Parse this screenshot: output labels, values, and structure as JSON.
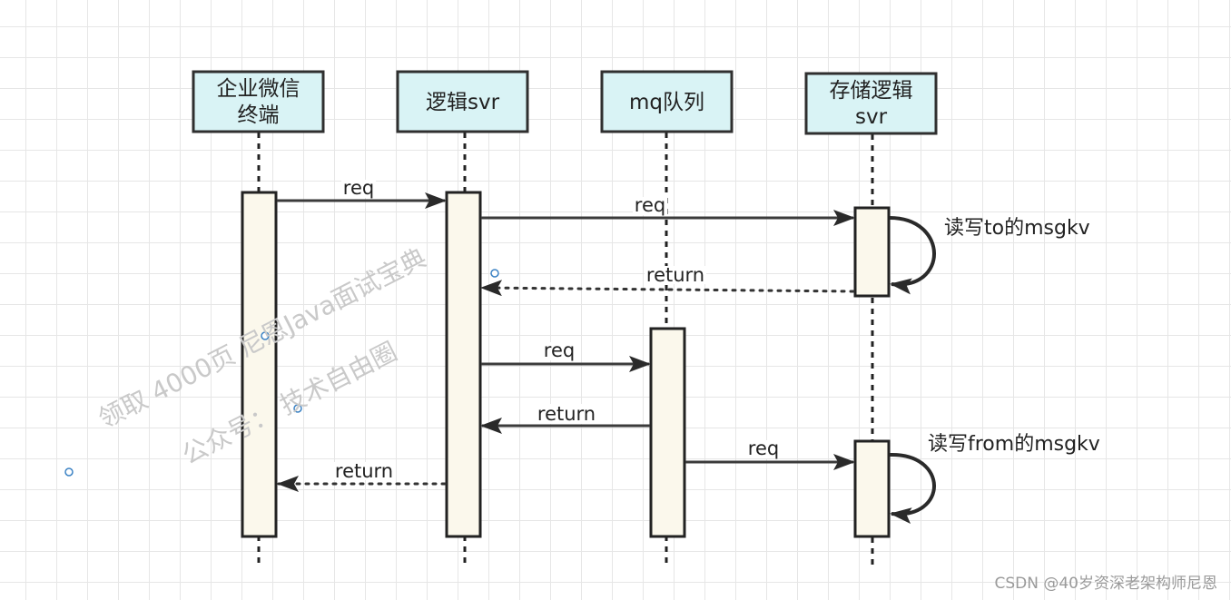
{
  "actors": [
    {
      "name": "企业微信终端",
      "lines": [
        "企业微信",
        "终端"
      ]
    },
    {
      "name": "逻辑svr",
      "lines": [
        "逻辑svr"
      ]
    },
    {
      "name": "mq队列",
      "lines": [
        "mq队列"
      ]
    },
    {
      "name": "存储逻辑svr",
      "lines": [
        "存储逻辑",
        "svr"
      ]
    }
  ],
  "messages": [
    {
      "label": "req",
      "from": 0,
      "to": 1,
      "style": "solid"
    },
    {
      "label": "req",
      "from": 1,
      "to": 3,
      "style": "solid"
    },
    {
      "label": "return",
      "from": 3,
      "to": 1,
      "style": "dotted"
    },
    {
      "label": "req",
      "from": 1,
      "to": 2,
      "style": "solid"
    },
    {
      "label": "return",
      "from": 2,
      "to": 1,
      "style": "solid"
    },
    {
      "label": "req",
      "from": 2,
      "to": 3,
      "style": "solid"
    },
    {
      "label": "return",
      "from": 1,
      "to": 0,
      "style": "dotted"
    }
  ],
  "notes": {
    "to_note": "读写to的msgkv",
    "from_note": "读写from的msgkv"
  },
  "watermark": {
    "line1": "领取 4000页 尼恩Java面试宝典",
    "line2": "公众号： 技术自由圈"
  },
  "footer": {
    "csdn": "CSDN @40岁资深老架构师尼恩"
  }
}
